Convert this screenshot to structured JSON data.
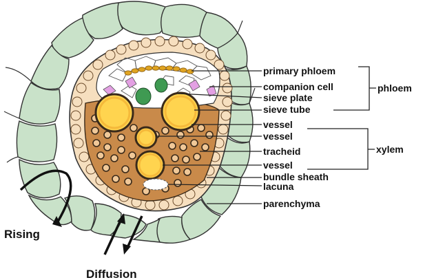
{
  "labels": {
    "primary_phloem": "primary phloem",
    "companion_cell": "companion cell",
    "sieve_plate": "sieve plate",
    "sieve_tube": "sieve tube",
    "vessel_1": "vessel",
    "vessel_2": "vessel",
    "tracheid": "tracheid",
    "vessel_3": "vessel",
    "bundle_sheath": "bundle sheath",
    "lacuna": "lacuna",
    "parenchyma": "parenchyma",
    "phloem": "phloem",
    "xylem": "xylem"
  },
  "annotations": {
    "rising": "Rising",
    "diffusion": "Diffusion"
  },
  "colors": {
    "parenchyma": "#c9e2c9",
    "bundle_sheath": "#f6dfbf",
    "phloem_cells": "#ffffff",
    "vessel": "#f5b93a",
    "vessel_inner": "#ffd44f",
    "companion_cell": "#3f9a52",
    "primary_phloem": "#e0a421",
    "pink_cells": "#e3a0e3",
    "xylem_wall": "#3a2a1a"
  }
}
